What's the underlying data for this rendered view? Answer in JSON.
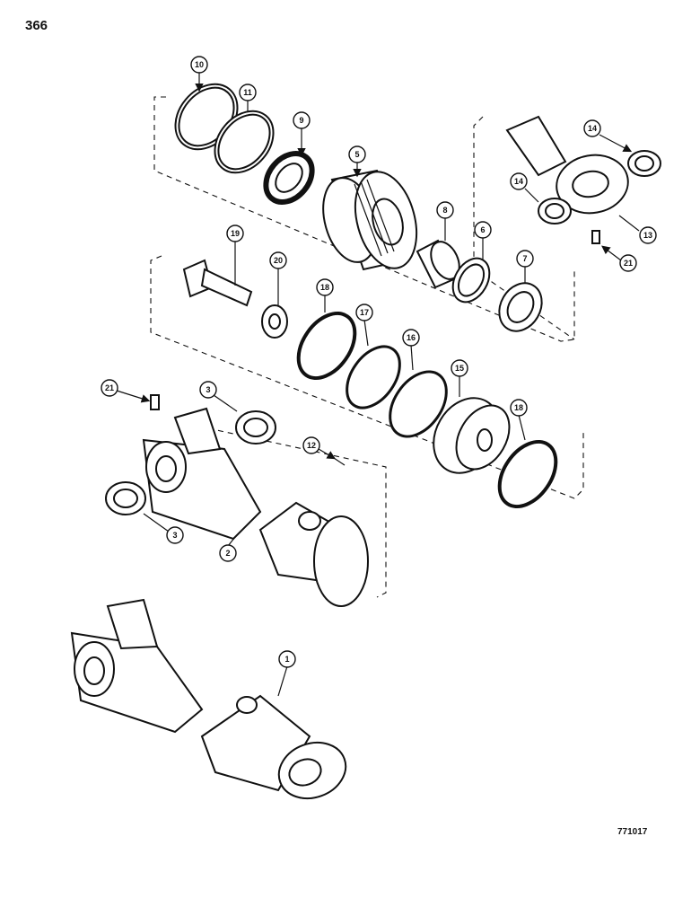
{
  "page_number": "366",
  "figure_id": "771017",
  "callouts": [
    "10",
    "11",
    "9",
    "5",
    "14",
    "14",
    "13",
    "21",
    "8",
    "6",
    "7",
    "19",
    "20",
    "18",
    "17",
    "16",
    "15",
    "18",
    "21",
    "3",
    "12",
    "3",
    "2",
    "1"
  ]
}
